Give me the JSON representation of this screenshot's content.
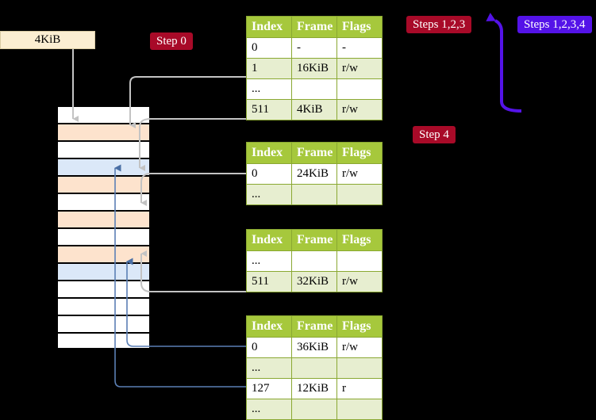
{
  "colors": {
    "table_header": "#a6c83c",
    "table_alt_row": "#e7eed0",
    "highlight_cell": "#fbf8a0",
    "badge_red": "#a80a28",
    "badge_blue": "#5413e8",
    "mem_orange": "#fde3cd",
    "mem_blue": "#dbe8f8",
    "kib_box": "#fbeed2",
    "arrow_gray": "#bdbdbd",
    "arrow_blue": "#5b7fb5",
    "bracket_purple": "#5413e8"
  },
  "labels": {
    "kib_box": "4KiB",
    "step0": "Step 0",
    "step4": "Step 4",
    "steps123": "Steps 1,2,3",
    "steps1234": "Steps 1,2,3,4"
  },
  "columns": [
    "Index",
    "Frame",
    "Flags"
  ],
  "tables": [
    {
      "name": "pml4-table",
      "rows": [
        {
          "cells": [
            "0",
            "-",
            "-"
          ],
          "style": "plain",
          "highlight": false
        },
        {
          "cells": [
            "1",
            "16KiB",
            "r/w"
          ],
          "style": "alt",
          "highlight": false
        },
        {
          "cells": [
            "...",
            "",
            ""
          ],
          "style": "plain",
          "highlight": false
        },
        {
          "cells": [
            "511",
            "4KiB",
            "r/w"
          ],
          "style": "alt",
          "highlight": true
        }
      ]
    },
    {
      "name": "pdp-table",
      "rows": [
        {
          "cells": [
            "0",
            "24KiB",
            "r/w"
          ],
          "style": "plain",
          "highlight": false
        },
        {
          "cells": [
            "...",
            "",
            ""
          ],
          "style": "alt",
          "highlight": false
        }
      ]
    },
    {
      "name": "pd-table",
      "rows": [
        {
          "cells": [
            "...",
            "",
            ""
          ],
          "style": "plain",
          "highlight": false
        },
        {
          "cells": [
            "511",
            "32KiB",
            "r/w"
          ],
          "style": "alt",
          "highlight": false
        }
      ]
    },
    {
      "name": "pt-table",
      "rows": [
        {
          "cells": [
            "0",
            "36KiB",
            "r/w"
          ],
          "style": "plain",
          "highlight": false
        },
        {
          "cells": [
            "...",
            "",
            ""
          ],
          "style": "alt",
          "highlight": false
        },
        {
          "cells": [
            "127",
            "12KiB",
            "r"
          ],
          "style": "plain",
          "highlight": false
        },
        {
          "cells": [
            "...",
            "",
            ""
          ],
          "style": "alt",
          "highlight": false
        }
      ]
    }
  ],
  "memory_rows": [
    {
      "fill": "white"
    },
    {
      "fill": "orange"
    },
    {
      "fill": "white"
    },
    {
      "fill": "blue"
    },
    {
      "fill": "orange"
    },
    {
      "fill": "white"
    },
    {
      "fill": "orange"
    },
    {
      "fill": "white"
    },
    {
      "fill": "orange"
    },
    {
      "fill": "blue"
    },
    {
      "fill": "white"
    },
    {
      "fill": "white"
    },
    {
      "fill": "white"
    },
    {
      "fill": "white"
    }
  ],
  "memory_ticks": [
    0,
    1,
    2,
    4,
    6,
    8
  ]
}
